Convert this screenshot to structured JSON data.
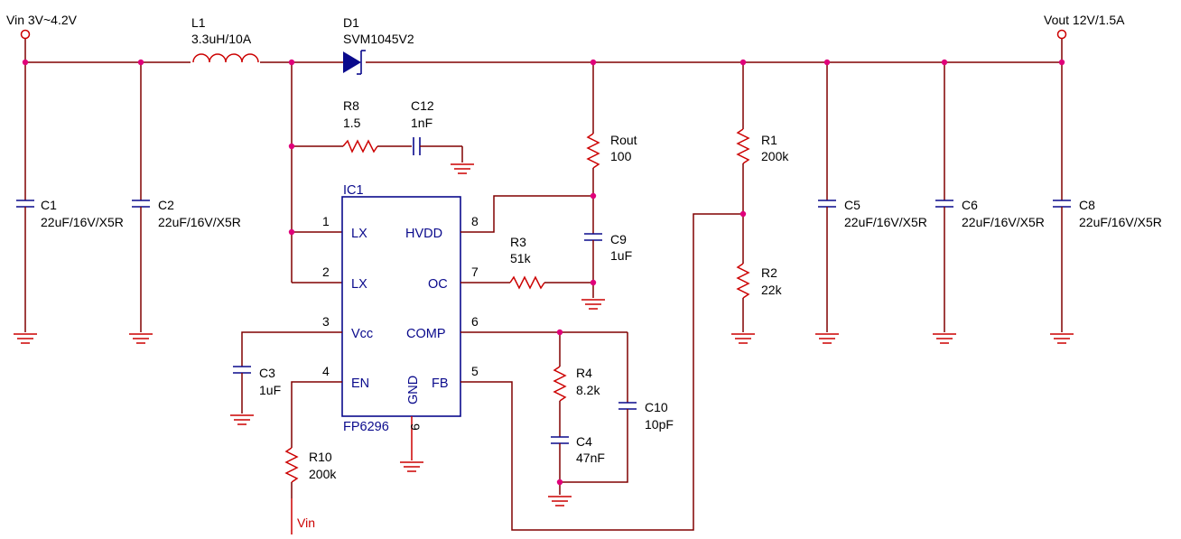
{
  "labels": {
    "vin": "Vin 3V~4.2V",
    "vout": "Vout 12V/1.5A",
    "vin_port": "Vin",
    "ic_ref": "IC1",
    "ic_part": "FP6296"
  },
  "components": {
    "l1": {
      "ref": "L1",
      "value": "3.3uH/10A"
    },
    "d1": {
      "ref": "D1",
      "value": "SVM1045V2"
    },
    "r8": {
      "ref": "R8",
      "value": "1.5"
    },
    "c12": {
      "ref": "C12",
      "value": "1nF"
    },
    "rout": {
      "ref": "Rout",
      "value": "100"
    },
    "r1": {
      "ref": "R1",
      "value": "200k"
    },
    "r2": {
      "ref": "R2",
      "value": "22k"
    },
    "r3": {
      "ref": "R3",
      "value": "51k"
    },
    "c9": {
      "ref": "C9",
      "value": "1uF"
    },
    "c1": {
      "ref": "C1",
      "value": "22uF/16V/X5R"
    },
    "c2": {
      "ref": "C2",
      "value": "22uF/16V/X5R"
    },
    "c5": {
      "ref": "C5",
      "value": "22uF/16V/X5R"
    },
    "c6": {
      "ref": "C6",
      "value": "22uF/16V/X5R"
    },
    "c8": {
      "ref": "C8",
      "value": "22uF/16V/X5R"
    },
    "c3": {
      "ref": "C3",
      "value": "1uF"
    },
    "r4": {
      "ref": "R4",
      "value": "8.2k"
    },
    "c4": {
      "ref": "C4",
      "value": "47nF"
    },
    "c10": {
      "ref": "C10",
      "value": "10pF"
    },
    "r10": {
      "ref": "R10",
      "value": "200k"
    }
  },
  "ic_pins": {
    "p1": {
      "num": "1",
      "name": "LX"
    },
    "p2": {
      "num": "2",
      "name": "LX"
    },
    "p3": {
      "num": "3",
      "name": "Vcc"
    },
    "p4": {
      "num": "4",
      "name": "EN"
    },
    "p5": {
      "num": "5",
      "name": "FB"
    },
    "p6": {
      "num": "6",
      "name": "COMP"
    },
    "p7": {
      "num": "7",
      "name": "OC"
    },
    "p8": {
      "num": "8",
      "name": "HVDD"
    },
    "p9": {
      "num": "9",
      "name": "GND"
    }
  }
}
